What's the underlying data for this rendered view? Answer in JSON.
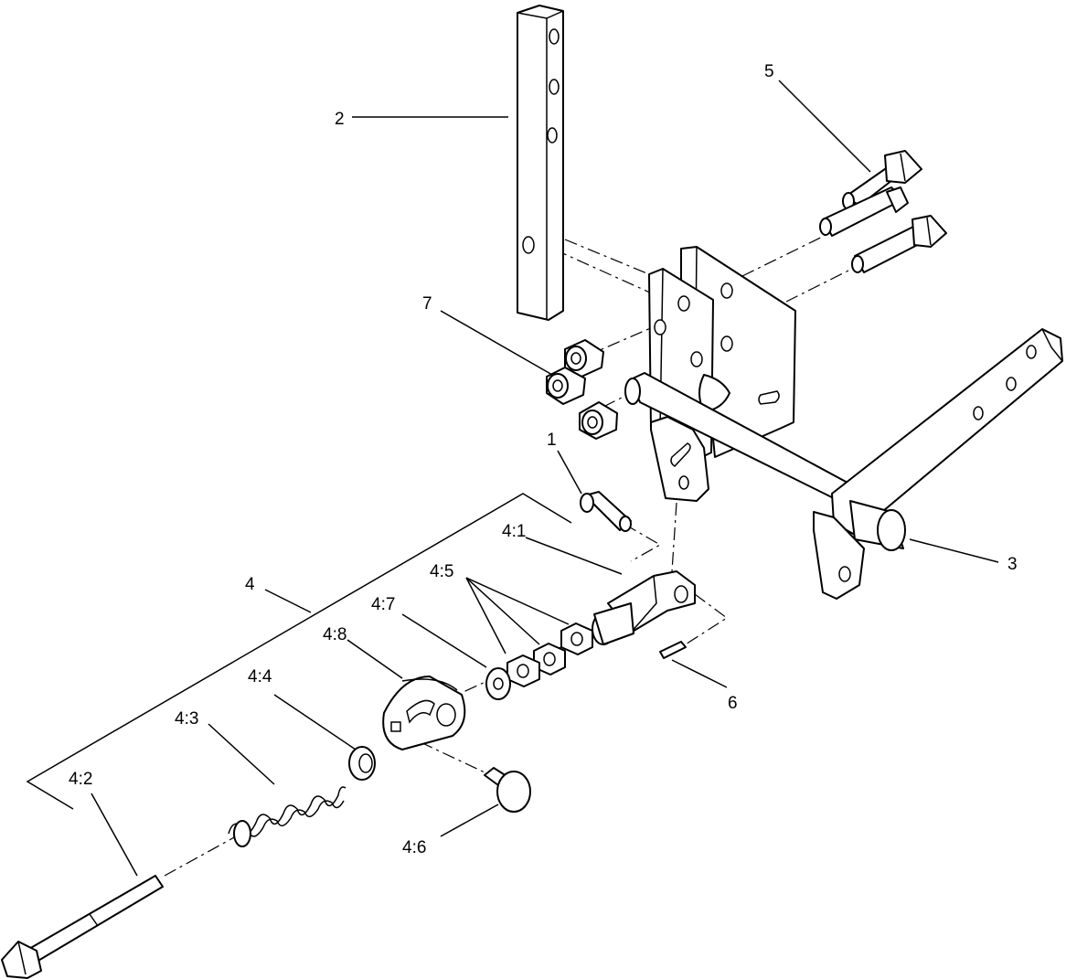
{
  "callouts": {
    "c1": "1",
    "c2": "2",
    "c3": "3",
    "c4": "4",
    "c5": "5",
    "c6": "6",
    "c7": "7",
    "c41": "4:1",
    "c42": "4:2",
    "c43": "4:3",
    "c44": "4:4",
    "c45": "4:5",
    "c46": "4:6",
    "c47": "4:7",
    "c48": "4:8"
  },
  "colors": {
    "line": "#000000",
    "background": "#ffffff"
  }
}
